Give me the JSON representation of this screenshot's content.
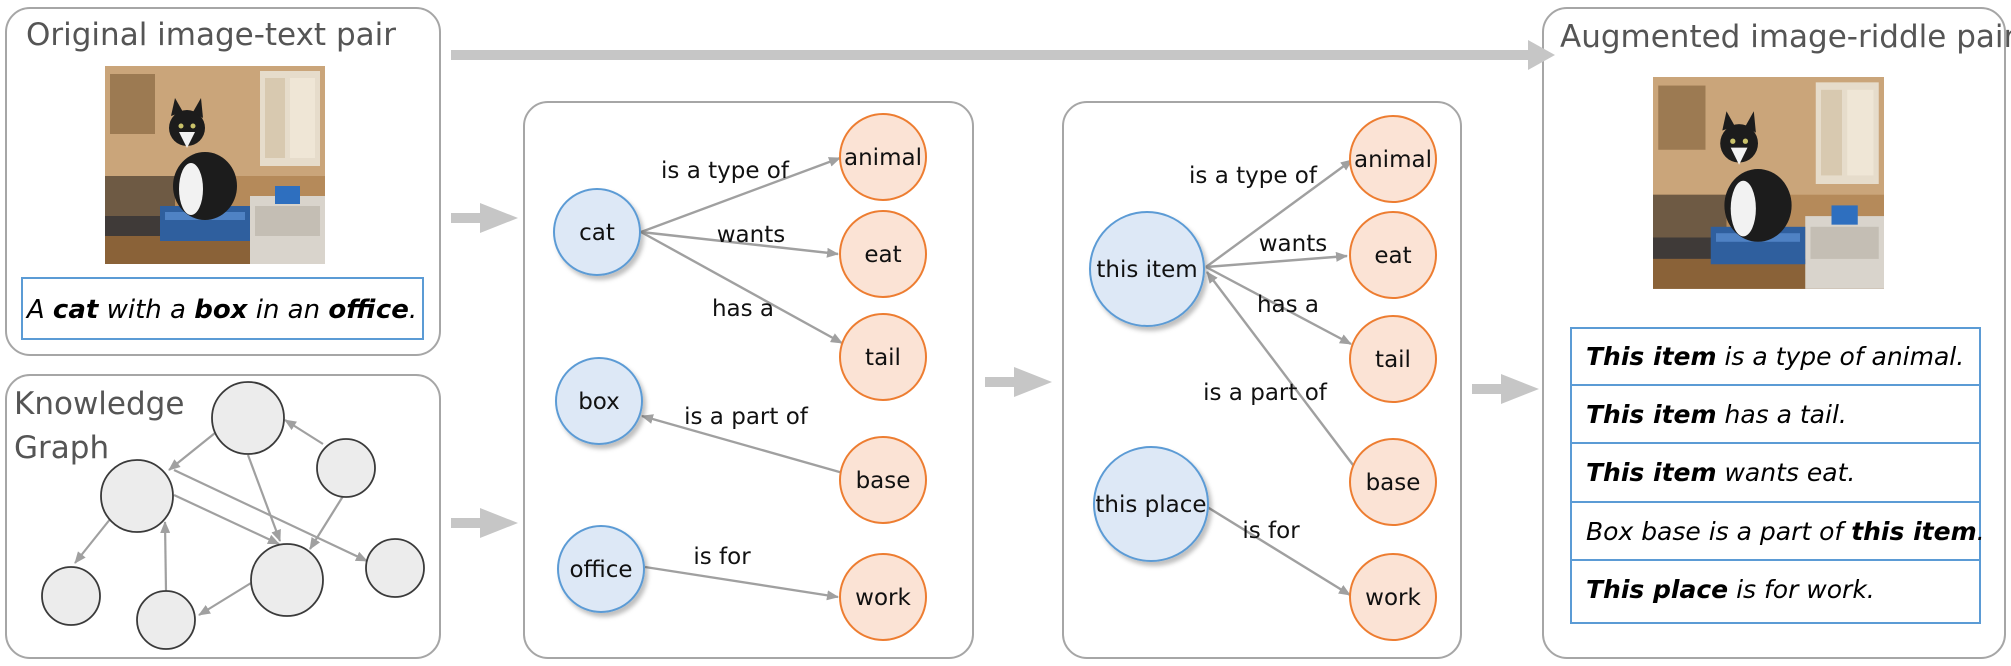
{
  "colors": {
    "entity_fill": "#dde8f6",
    "entity_stroke": "#5b9bd5",
    "attr_fill": "#fbe3d5",
    "attr_stroke": "#ed7d31",
    "kg_fill": "#ececec",
    "edge": "#a0a0a0",
    "flow_arrow": "#c6c6c6",
    "caption_border": "#5b9bd5"
  },
  "original": {
    "title": "Original image-text pair",
    "caption": [
      {
        "text": "A ",
        "bold": false
      },
      {
        "text": "cat",
        "bold": true
      },
      {
        "text": " with a ",
        "bold": false
      },
      {
        "text": "box",
        "bold": true
      },
      {
        "text": " in an ",
        "bold": false
      },
      {
        "text": "office",
        "bold": true
      },
      {
        "text": ".",
        "bold": false
      }
    ]
  },
  "kg": {
    "title_line1": "Knowledge",
    "title_line2": "Graph"
  },
  "graph1": {
    "nodes": {
      "cat": "cat",
      "box": "box",
      "office": "office",
      "animal": "animal",
      "eat": "eat",
      "tail": "tail",
      "base": "base",
      "work": "work"
    },
    "edges": {
      "is_a_type_of": "is a type of",
      "wants": "wants",
      "has_a": "has a",
      "is_a_part_of": "is a part of",
      "is_for": "is for"
    }
  },
  "graph2": {
    "nodes": {
      "this_item": "this item",
      "this_place": "this place",
      "animal": "animal",
      "eat": "eat",
      "tail": "tail",
      "base": "base",
      "work": "work"
    },
    "edges": {
      "is_a_type_of": "is a type of",
      "wants": "wants",
      "has_a": "has a",
      "is_a_part_of": "is a part of",
      "is_for": "is for"
    }
  },
  "augmented": {
    "title": "Augmented image-riddle pairs",
    "riddles": [
      [
        {
          "text": "This item",
          "bold": true
        },
        {
          "text": " is a type of animal.",
          "bold": false
        }
      ],
      [
        {
          "text": "This item",
          "bold": true
        },
        {
          "text": " has a tail.",
          "bold": false
        }
      ],
      [
        {
          "text": "This item",
          "bold": true
        },
        {
          "text": " wants eat.",
          "bold": false
        }
      ],
      [
        {
          "text": "Box base is a part of ",
          "bold": false
        },
        {
          "text": "this item",
          "bold": true
        },
        {
          "text": ".",
          "bold": false
        }
      ],
      [
        {
          "text": "This place",
          "bold": true
        },
        {
          "text": " is for work.",
          "bold": false
        }
      ]
    ]
  }
}
